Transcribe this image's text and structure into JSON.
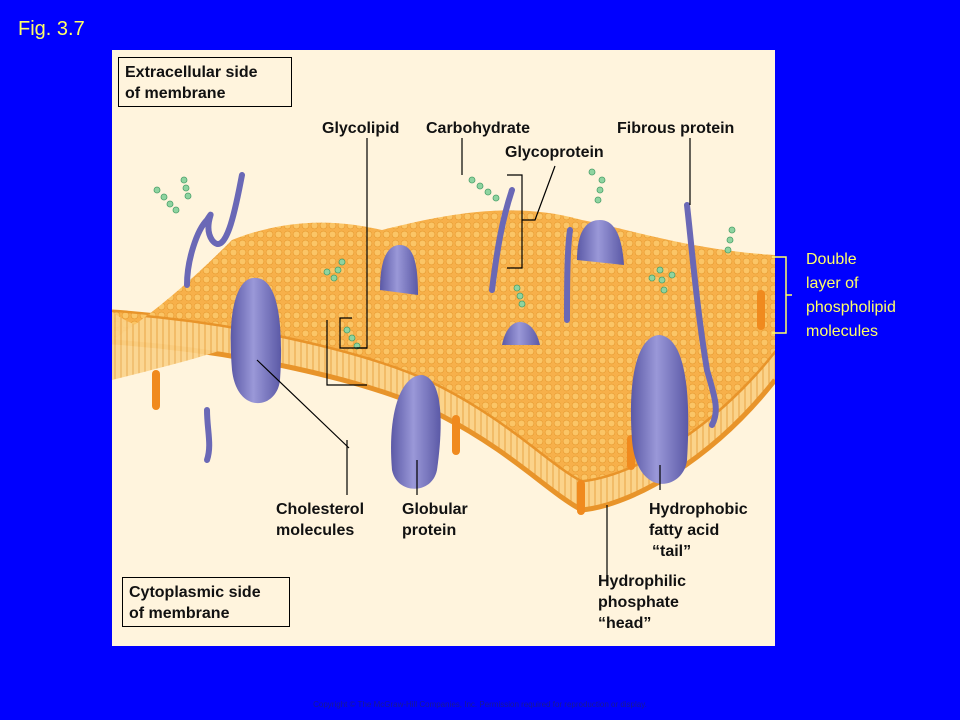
{
  "figure": {
    "label": "Fig. 3.7"
  },
  "regions": {
    "extracellular": [
      "Extracellular side",
      "of membrane"
    ],
    "cytoplasmic": [
      "Cytoplasmic side",
      "of membrane"
    ]
  },
  "labels": {
    "glycolipid": "Glycolipid",
    "carbohydrate": "Carbohydrate",
    "fibrous_protein": "Fibrous protein",
    "glycoprotein": "Glycoprotein",
    "cholesterol": [
      "Cholesterol",
      "molecules"
    ],
    "globular_protein": [
      "Globular",
      "protein"
    ],
    "hydrophobic": [
      "Hydrophobic",
      "fatty acid",
      "“tail”"
    ],
    "hydrophilic": [
      "Hydrophilic",
      "phosphate",
      "“head”"
    ]
  },
  "side_label": [
    "Double",
    "layer of",
    "phospholipid",
    "molecules"
  ],
  "copyright": "Copyright © The McGraw-Hill Companies, Inc. Permission required for reproduction or display.",
  "colors": {
    "background": "#0000ff",
    "panel": "#fff4dd",
    "membrane": "#f7b04a",
    "protein": "#7a78c0",
    "carbohydrate": "#8fd4a0",
    "accent_text": "#ffff66"
  }
}
